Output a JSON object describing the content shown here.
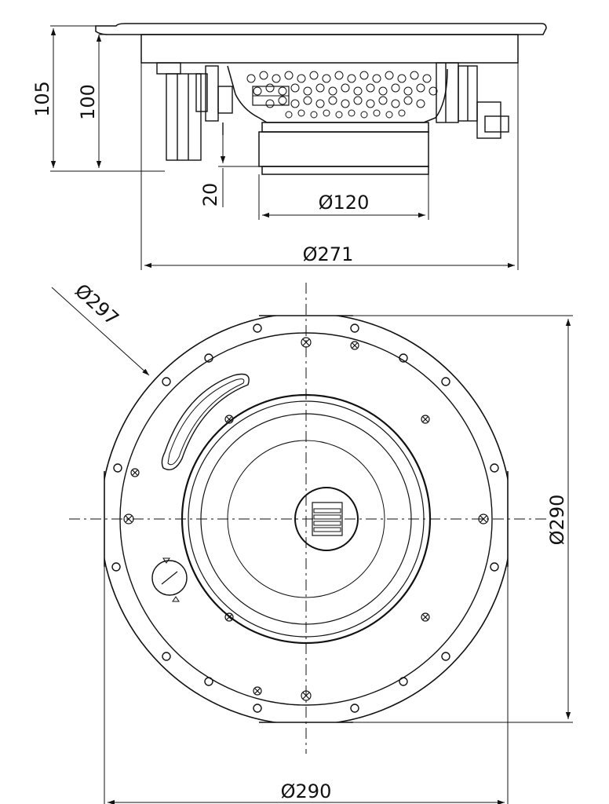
{
  "dimensions": {
    "height_total": "105",
    "height_body": "100",
    "depth_lower": "20",
    "dia_magnet": "Ø120",
    "dia_cutout_side": "Ø271",
    "dia_flange": "Ø297",
    "dia_vertical": "Ø290",
    "dia_horizontal": "Ø290"
  },
  "colors": {
    "line": "#111111",
    "background": "#ffffff"
  }
}
